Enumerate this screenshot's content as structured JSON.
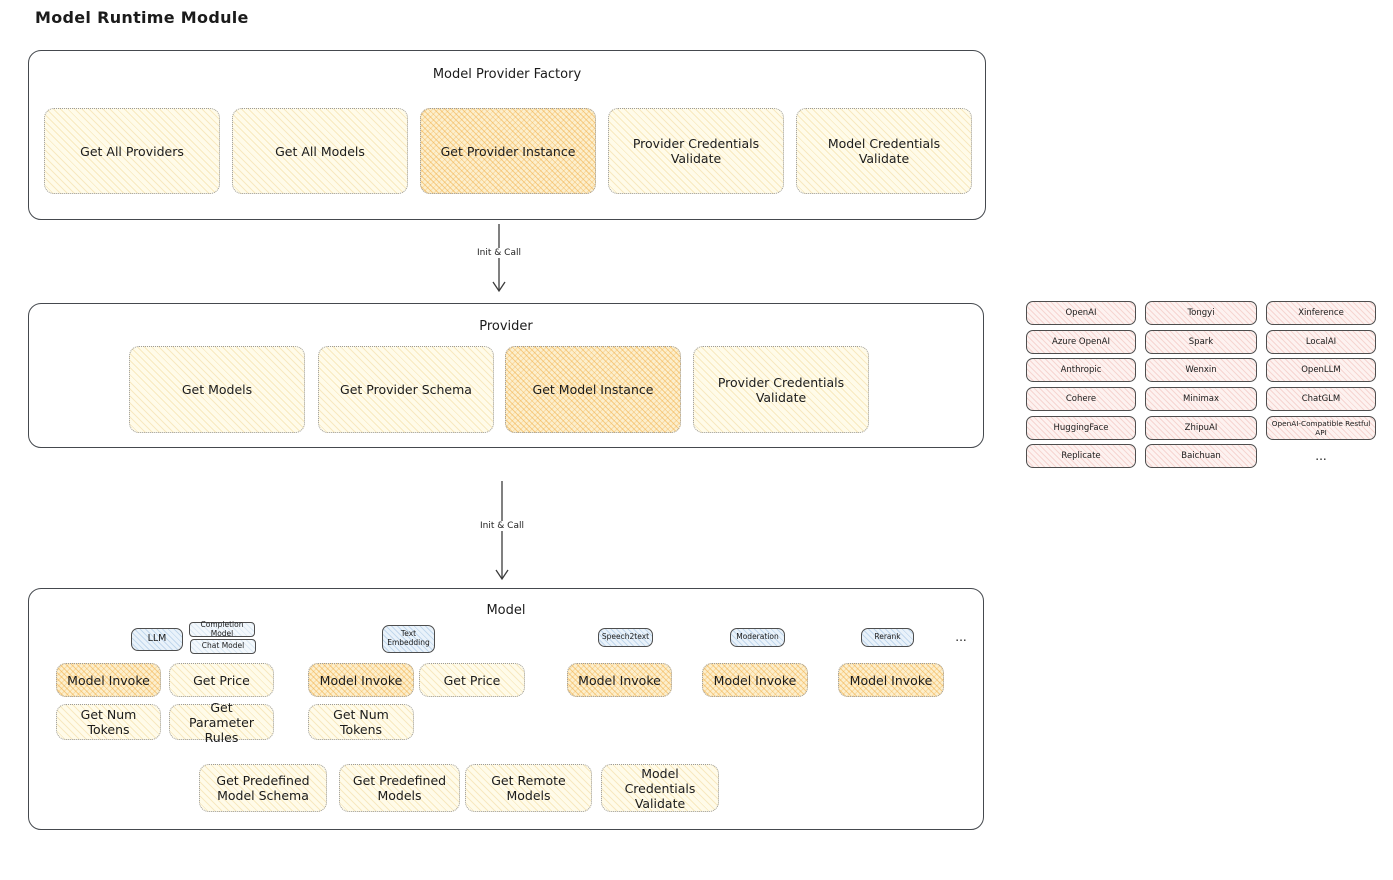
{
  "page": {
    "title": "Model Runtime Module"
  },
  "colors": {
    "yellow_box": "#fffbe9",
    "highlight_box": "#fcefcd",
    "pink_pill": "#fdf2f0",
    "blue_tag": "#e9f2fa",
    "ink": "#1b1b1b"
  },
  "arrows": {
    "top": "Init & Call",
    "bottom": "Init & Call"
  },
  "factory": {
    "title": "Model Provider Factory",
    "boxes": [
      {
        "label": "Get All Providers"
      },
      {
        "label": "Get All Models"
      },
      {
        "label": "Get Provider Instance"
      },
      {
        "label": "Provider Credentials Validate"
      },
      {
        "label": "Model Credentials Validate"
      }
    ]
  },
  "provider": {
    "title": "Provider",
    "boxes": [
      {
        "label": "Get Models"
      },
      {
        "label": "Get Provider Schema"
      },
      {
        "label": "Get Model Instance"
      },
      {
        "label": "Provider Credentials Validate"
      }
    ]
  },
  "providers": {
    "rows": [
      [
        "OpenAI",
        "Tongyi",
        "Xinference"
      ],
      [
        "Azure OpenAI",
        "Spark",
        "LocalAI"
      ],
      [
        "Anthropic",
        "Wenxin",
        "OpenLLM"
      ],
      [
        "Cohere",
        "Minimax",
        "ChatGLM"
      ],
      [
        "HuggingFace",
        "ZhipuAI",
        "OpenAI-Compatible Restful API"
      ],
      [
        "Replicate",
        "Baichuan",
        "..."
      ]
    ]
  },
  "model": {
    "title": "Model",
    "tags": {
      "llm": "LLM",
      "completion": "Completion Model",
      "chat": "Chat Model",
      "text_embedding": "Text Embedding",
      "speech2text": "Speech2text",
      "moderation": "Moderation",
      "rerank": "Rerank",
      "more": "..."
    },
    "functions": {
      "model_invoke": "Model Invoke",
      "get_price": "Get Price",
      "get_num_tokens": "Get Num Tokens",
      "get_parameter_rules": "Get Parameter Rules",
      "get_predefined_model_schema": "Get Predefined Model Schema",
      "get_predefined_models": "Get Predefined Models",
      "get_remote_models": "Get Remote Models",
      "model_credentials_validate": "Model Credentials Validate"
    }
  }
}
